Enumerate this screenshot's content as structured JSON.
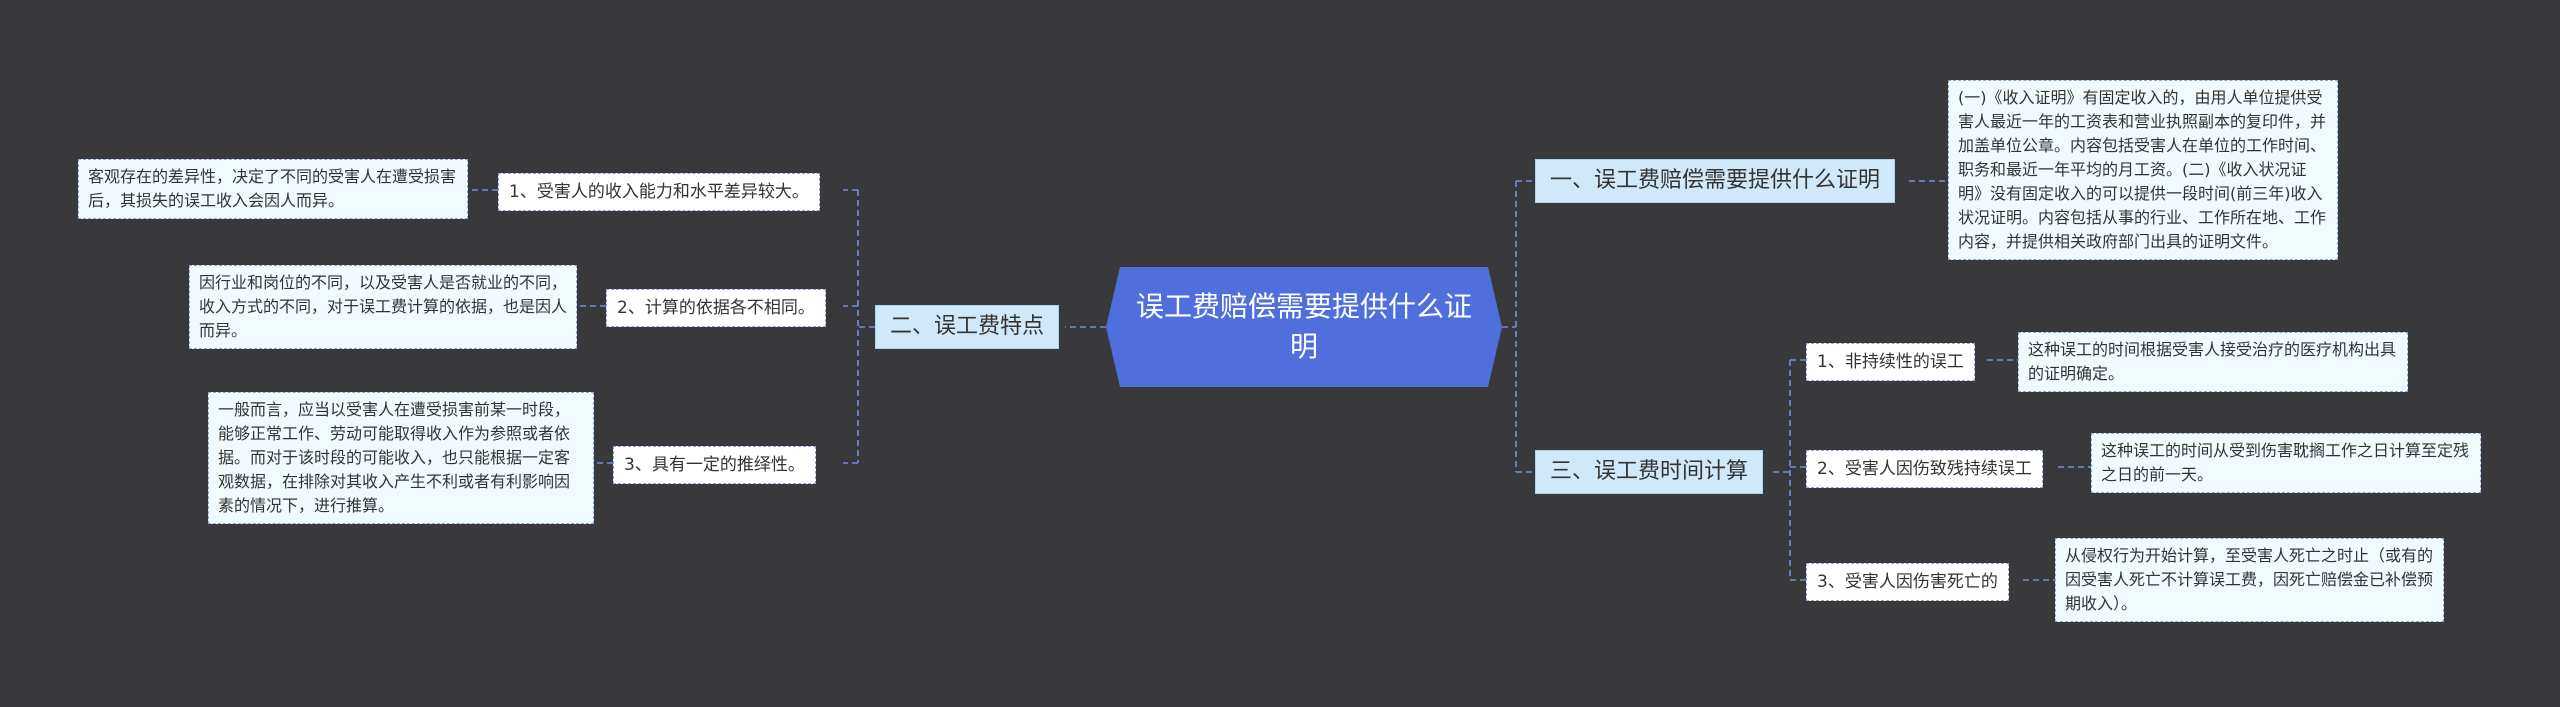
{
  "root": {
    "title": "误工费赔偿需要提供什么证明"
  },
  "left_branch": {
    "label": "二、误工费特点",
    "children": [
      {
        "label": "1、受害人的收入能力和水平差异较大。",
        "detail": "客观存在的差异性，决定了不同的受害人在遭受损害后，其损失的误工收入会因人而异。"
      },
      {
        "label": "2、计算的依据各不相同。",
        "detail": "因行业和岗位的不同，以及受害人是否就业的不同，收入方式的不同，对于误工费计算的依据，也是因人而异。"
      },
      {
        "label": "3、具有一定的推绎性。",
        "detail": "一般而言，应当以受害人在遭受损害前某一时段，能够正常工作、劳动可能取得收入作为参照或者依据。而对于该时段的可能收入，也只能根据一定客观数据，在排除对其收入产生不利或者有利影响因素的情况下，进行推算。"
      }
    ]
  },
  "right_top_branch": {
    "label": "一、误工费赔偿需要提供什么证明",
    "detail": "(一)《收入证明》有固定收入的，由用人单位提供受害人最近一年的工资表和营业执照副本的复印件，并加盖单位公章。内容包括受害人在单位的工作时间、职务和最近一年平均的月工资。(二)《收入状况证明》没有固定收入的可以提供一段时间(前三年)收入状况证明。内容包括从事的行业、工作所在地、工作内容，并提供相关政府部门出具的证明文件。"
  },
  "right_bottom_branch": {
    "label": "三、误工费时间计算",
    "children": [
      {
        "label": "1、非持续性的误工",
        "detail": "这种误工的时间根据受害人接受治疗的医疗机构出具的证明确定。"
      },
      {
        "label": "2、受害人因伤致残持续误工",
        "detail": "这种误工的时间从受到伤害耽搁工作之日计算至定残之日的前一天。"
      },
      {
        "label": "3、受害人因伤害死亡的",
        "detail": "从侵权行为开始计算，至受害人死亡之时止（或有的因受害人死亡不计算误工费，因死亡赔偿金已补偿预期收入）。"
      }
    ]
  },
  "colors": {
    "background": "#39383b",
    "root": "#4f6fdc",
    "branch": "#cfe9fa",
    "line": "#6f8fe0"
  }
}
